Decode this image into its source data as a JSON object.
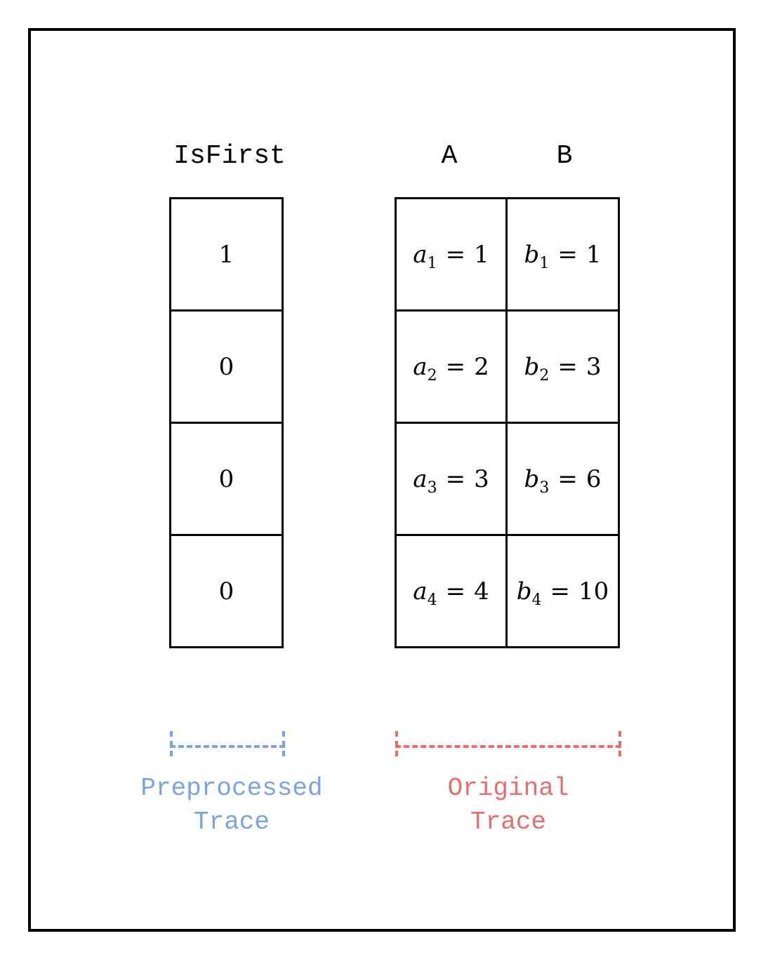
{
  "preprocessed": {
    "header": "IsFirst",
    "values": [
      "1",
      "0",
      "0",
      "0"
    ],
    "label": "Preprocessed\nTrace",
    "color": "#7ba3de"
  },
  "original": {
    "headers": [
      "A",
      "B"
    ],
    "rows": [
      {
        "a_var": "a",
        "a_sub": "1",
        "a_val": "1",
        "b_var": "b",
        "b_sub": "1",
        "b_val": "1"
      },
      {
        "a_var": "a",
        "a_sub": "2",
        "a_val": "2",
        "b_var": "b",
        "b_sub": "2",
        "b_val": "3"
      },
      {
        "a_var": "a",
        "a_sub": "3",
        "a_val": "3",
        "b_var": "b",
        "b_sub": "3",
        "b_val": "6"
      },
      {
        "a_var": "a",
        "a_sub": "4",
        "a_val": "4",
        "b_var": "b",
        "b_sub": "4",
        "b_val": "10"
      }
    ],
    "label": "Original\nTrace",
    "color": "#e86d6d"
  }
}
